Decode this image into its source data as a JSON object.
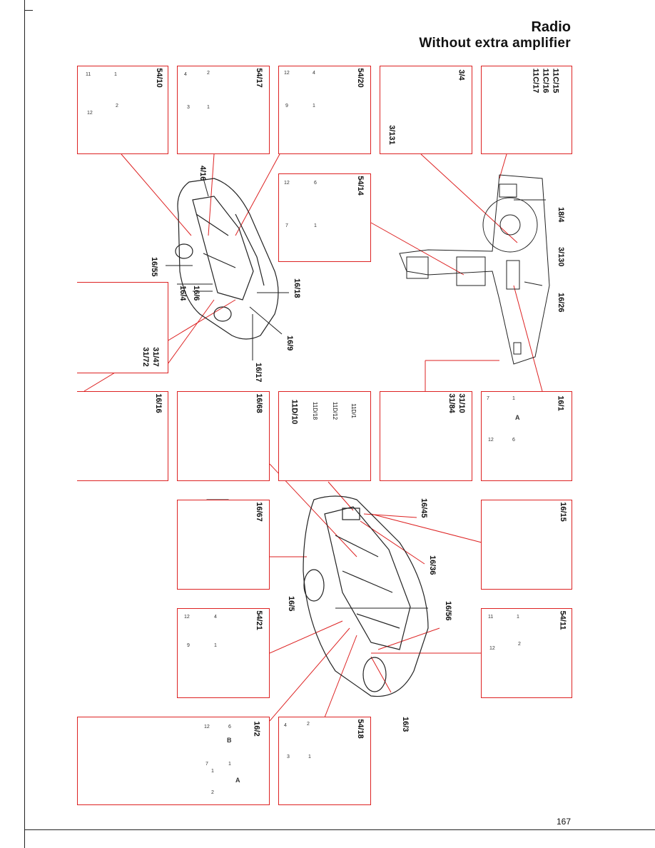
{
  "header": {
    "title": "Radio",
    "subtitle": "Without extra amplifier"
  },
  "page_number": "167",
  "panels": {
    "p54_10": "54/10",
    "p54_17": "54/17",
    "p54_20": "54/20",
    "p3_4": "3/4",
    "p3_131": "3/131",
    "p11c": [
      "11C/15",
      "11C/16",
      "11C/17"
    ],
    "p54_14": "54/14",
    "p31_47": "31/47",
    "p31_72": "31/72",
    "p16_16": "16/16",
    "p16_68": "16/68",
    "p11d": [
      "11D/1",
      "11D/12",
      "11D/18",
      "11D/10"
    ],
    "p31_10": "31/10",
    "p31_84": "31/84",
    "p16_1": "16/1",
    "p16_67": "16/67",
    "p16_15": "16/15",
    "p54_21": "54/21",
    "p54_11": "54/11",
    "p16_2": "16/2",
    "p54_18": "54/18"
  },
  "callouts": {
    "c4_16": "4/16",
    "c16_55": "16/55",
    "c16_6": "16/6",
    "c16_4": "16/4",
    "c16_18": "16/18",
    "c16_9": "16/9",
    "c16_17": "16/17",
    "c18_4": "18/4",
    "c3_130": "3/130",
    "c16_26": "16/26",
    "c16_45": "16/45",
    "c16_36": "16/36",
    "c16_5": "16/5",
    "c16_56": "16/56",
    "c16_3": "16/3"
  },
  "connector_pins": {
    "p54_10": [
      "11",
      "1",
      "12",
      "2"
    ],
    "p54_17": [
      "4",
      "2",
      "3",
      "1"
    ],
    "p54_20": [
      "12",
      "4",
      "9",
      "1"
    ],
    "p54_14": [
      "12",
      "6",
      "7",
      "1"
    ],
    "p16_1": [
      "7",
      "1",
      "A",
      "12",
      "6"
    ],
    "p54_21": [
      "12",
      "4",
      "9",
      "1"
    ],
    "p54_11": [
      "11",
      "1",
      "12",
      "2"
    ],
    "p16_2": [
      "12",
      "6",
      "B",
      "7",
      "1",
      "1",
      "A",
      "2"
    ],
    "p54_18": [
      "4",
      "2",
      "3",
      "1"
    ]
  },
  "colors": {
    "panel_border": "#d22222",
    "leader_line": "#d22222",
    "drawing": "#222222"
  }
}
